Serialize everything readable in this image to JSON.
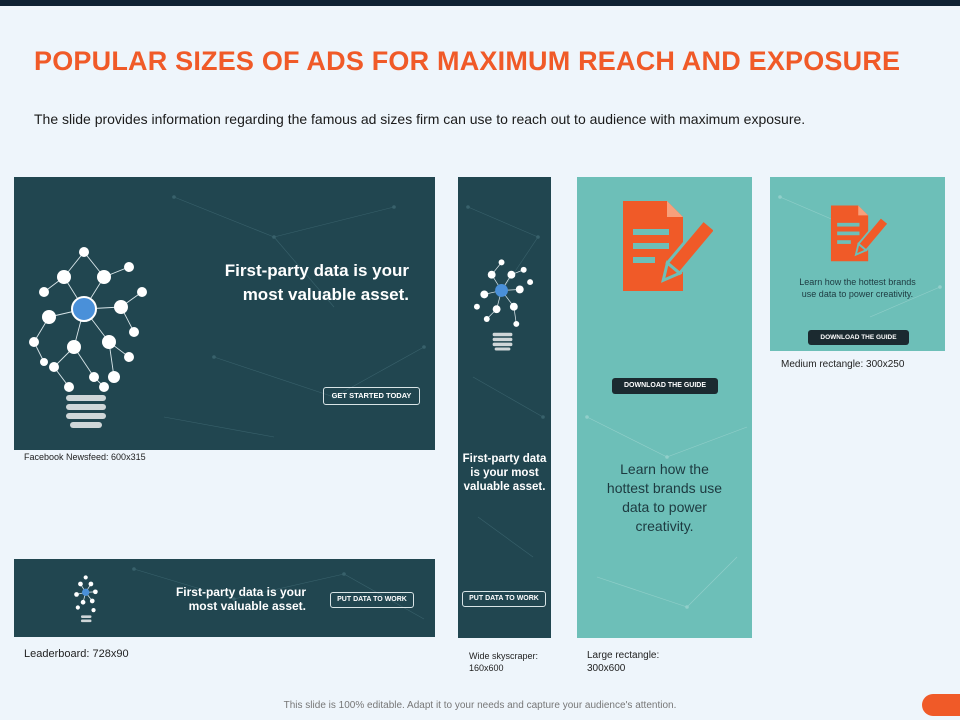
{
  "slide": {
    "title": "POPULAR SIZES OF ADS FOR MAXIMUM REACH AND EXPOSURE",
    "subtitle": "The slide provides information regarding the famous ad sizes firm can use to reach out to audience with maximum exposure.",
    "footer": "This slide is 100% editable.  Adapt it to your needs and capture your audience's attention."
  },
  "ads": {
    "facebook": {
      "headline_line1": "First-party data is your",
      "headline_line2": "most valuable asset.",
      "button": "GET STARTED TODAY",
      "caption": "Facebook Newsfeed: 600x315"
    },
    "leaderboard": {
      "headline_line1": "First-party data is your",
      "headline_line2": "most valuable asset.",
      "button": "PUT DATA TO WORK",
      "caption": "Leaderboard: 728x90"
    },
    "skyscraper": {
      "headline_line1": "First-party data",
      "headline_line2": "is your most",
      "headline_line3": "valuable asset.",
      "button": "PUT DATA TO WORK",
      "caption_line1": "Wide skyscraper:",
      "caption_line2": "160x600"
    },
    "large_rectangle": {
      "button": "DOWNLOAD THE GUIDE",
      "text_line1": "Learn how the",
      "text_line2": "hottest brands use",
      "text_line3": "data to power",
      "text_line4": "creativity.",
      "caption_line1": "Large rectangle:",
      "caption_line2": "300x600"
    },
    "medium_rectangle": {
      "text_line1": "Learn how the hottest brands",
      "text_line2": "use data to power creativity.",
      "button": "DOWNLOAD THE GUIDE",
      "caption": "Medium rectangle: 300x250"
    }
  },
  "colors": {
    "accent": "#f05a28",
    "ad_dark": "#214650",
    "ad_teal": "#6dbfb8",
    "background": "#eef5fb"
  },
  "icons": [
    "lightbulb-network-icon",
    "document-pencil-icon"
  ]
}
